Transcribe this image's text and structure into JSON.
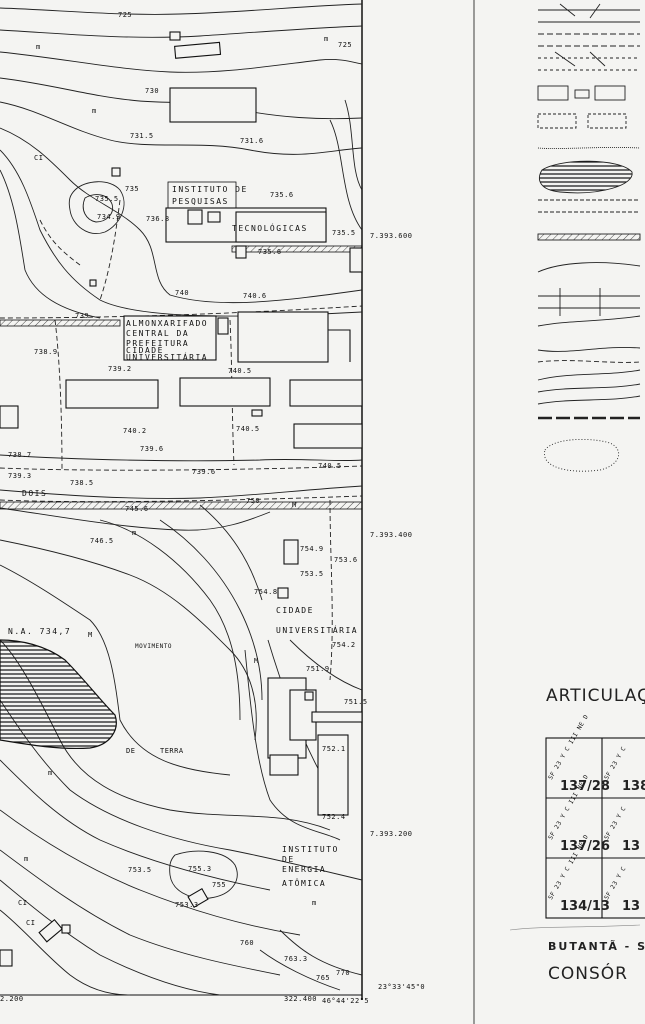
{
  "map": {
    "contour_labels": [
      "725",
      "725",
      "730",
      "731.5",
      "731.6",
      "735",
      "735.5",
      "735.6",
      "734.9",
      "736.8",
      "735.6",
      "735.5",
      "740",
      "740.6",
      "739",
      "738.9",
      "739.2",
      "740.5",
      "740.2",
      "739.6",
      "740.5",
      "740.5",
      "738.7",
      "739.3",
      "738.5",
      "739.6",
      "745.6",
      "750",
      "746.5",
      "754.9",
      "753.6",
      "753.5",
      "754.8",
      "754.2",
      "751.9",
      "751.5",
      "752.1",
      "752.4",
      "753.5",
      "755.3",
      "753.3",
      "755",
      "760",
      "763.3",
      "765",
      "770"
    ],
    "place_labels": [
      "INSTITUTO DE",
      "PESQUISAS",
      "TECNOLÓGICAS",
      "ALMONXARIFADO",
      "CENTRAL DA",
      "PREFEITURA",
      "CIDADE",
      "UNIVERSITÁRIA",
      "DOIS",
      "CIDADE",
      "UNIVERSITÁRIA",
      "MOVIMENTO",
      "DE",
      "TERRA",
      "INSTITUTO",
      "DE",
      "ENERGIA",
      "ATÔMICA",
      "N.A. 734,7"
    ],
    "terrain_marks": [
      "m",
      "m",
      "m",
      "m",
      "m",
      "m",
      "m",
      "CI",
      "CI",
      "CI",
      "M",
      "M",
      "M"
    ],
    "grid_labels": [
      "7.393.600",
      "7.393.400",
      "7.393.200",
      "322.400",
      "23°33'45\"0",
      "46°44'22\"5",
      "2.200"
    ]
  },
  "panel": {
    "articulation_title": "ARTICULAÇ",
    "index_cells": [
      "137/28",
      "138",
      "137/26",
      "13",
      "134/13",
      "13"
    ],
    "sheet_codes": [
      "SF 23 Y C III NE D",
      "SF 23 Y C",
      "SF 23 Y C III NE D",
      "SF 23 Y C",
      "SF 23 Y C III NE D",
      "SF 23 Y C"
    ],
    "footer_place": "BUTANTÃ - S",
    "footer_company": "CONSÓR"
  },
  "colors": {
    "ink": "#111111",
    "paper": "#f4f4f2"
  }
}
